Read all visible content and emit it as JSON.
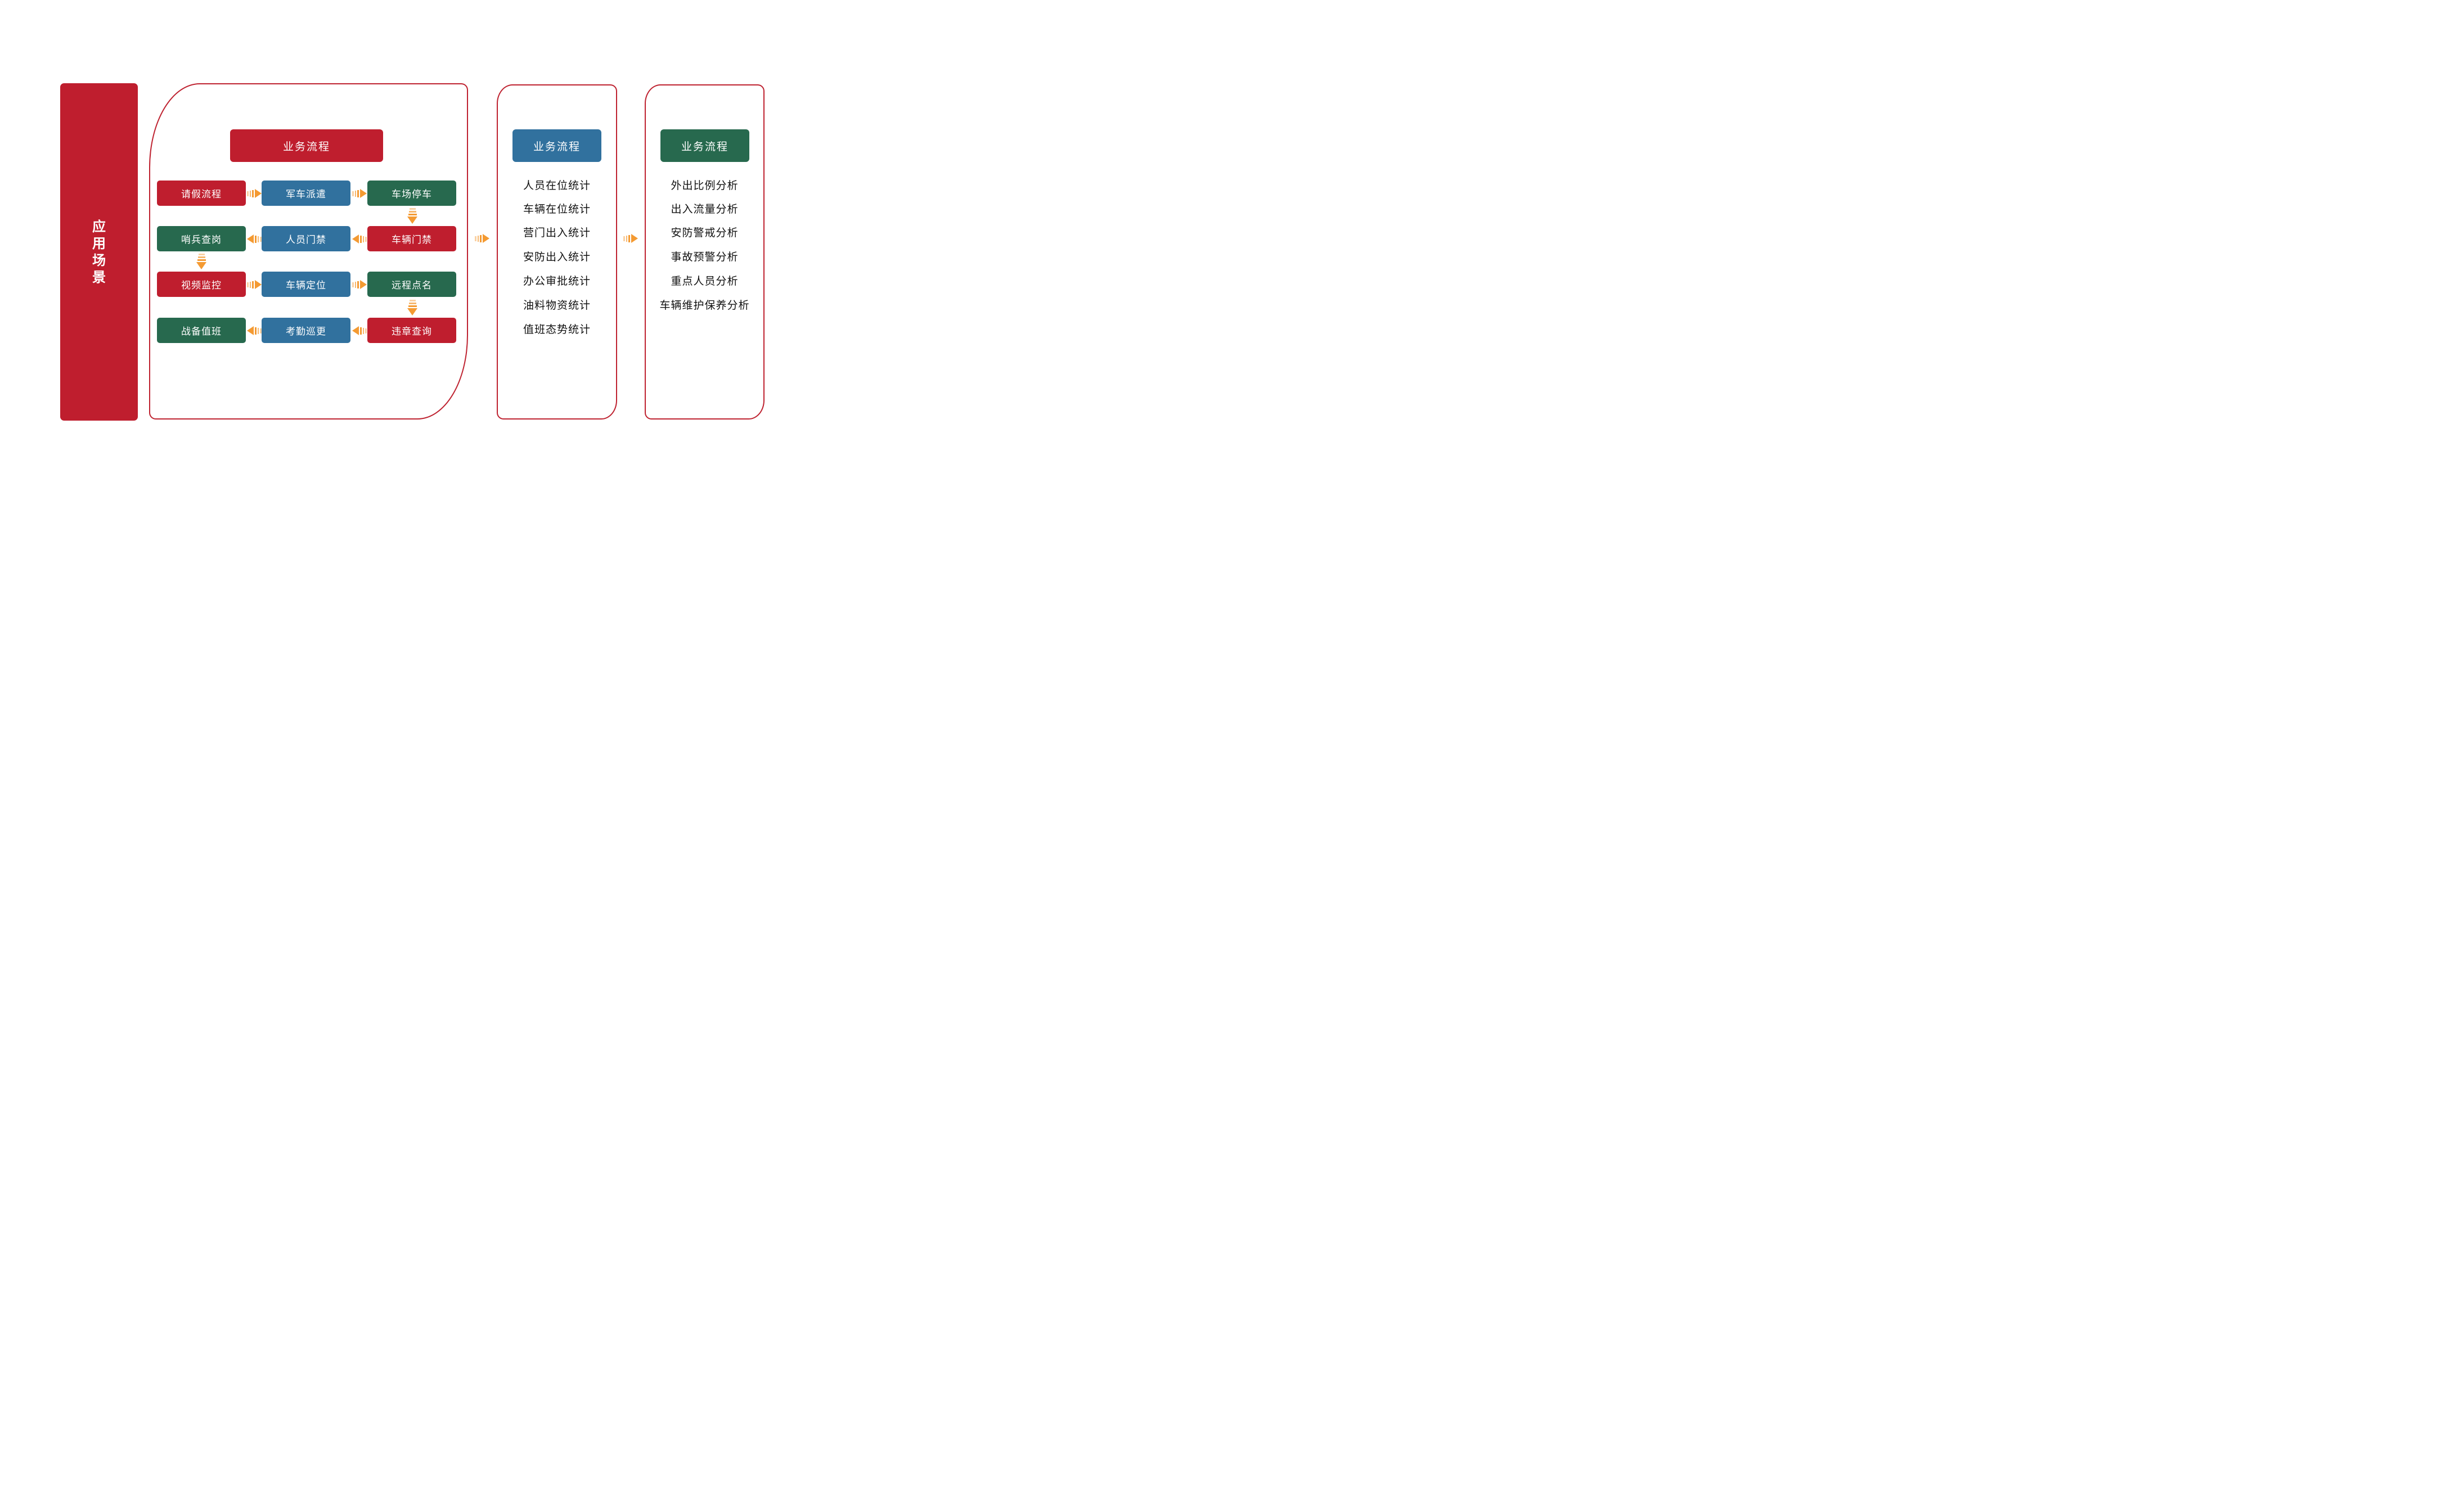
{
  "colors": {
    "red": "#BF1E2E",
    "blue": "#31719E",
    "green": "#27694E",
    "orange": "#F49A32",
    "panel_border": "#BE2230",
    "white_text": "#FFFFFF",
    "list_text": "#111111",
    "background": "#FFFFFF"
  },
  "sidebar": {
    "label": "应用场景",
    "color": "red",
    "chars": [
      "应",
      "用",
      "场",
      "景"
    ]
  },
  "flow_panel": {
    "header": "业务流程",
    "header_color": "red",
    "rows": [
      {
        "direction": "right",
        "boxes": [
          {
            "label": "请假流程",
            "color": "red"
          },
          {
            "label": "军车派遣",
            "color": "blue"
          },
          {
            "label": "车场停车",
            "color": "green"
          }
        ]
      },
      {
        "direction": "left",
        "boxes": [
          {
            "label": "哨兵查岗",
            "color": "green"
          },
          {
            "label": "人员门禁",
            "color": "blue"
          },
          {
            "label": "车辆门禁",
            "color": "red"
          }
        ]
      },
      {
        "direction": "right",
        "boxes": [
          {
            "label": "视频监控",
            "color": "red"
          },
          {
            "label": "车辆定位",
            "color": "blue"
          },
          {
            "label": "远程点名",
            "color": "green"
          }
        ]
      },
      {
        "direction": "left",
        "boxes": [
          {
            "label": "战备值班",
            "color": "green"
          },
          {
            "label": "考勤巡更",
            "color": "blue"
          },
          {
            "label": "违章查询",
            "color": "red"
          }
        ]
      }
    ]
  },
  "stats_panel": {
    "header": "业务流程",
    "header_color": "blue",
    "items": [
      "人员在位统计",
      "车辆在位统计",
      "营门出入统计",
      "安防出入统计",
      "办公审批统计",
      "油料物资统计",
      "值班态势统计"
    ]
  },
  "analysis_panel": {
    "header": "业务流程",
    "header_color": "green",
    "items": [
      "外出比例分析",
      "出入流量分析",
      "安防警戒分析",
      "事故预警分析",
      "重点人员分析",
      "车辆维护保养分析"
    ]
  }
}
